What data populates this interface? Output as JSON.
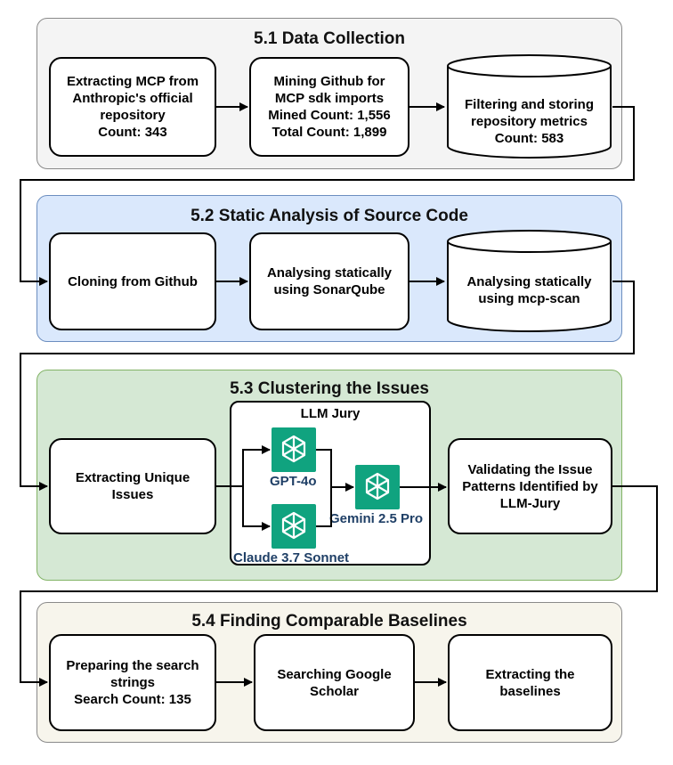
{
  "colors": {
    "panel1": "#f4f4f4",
    "panel2": "#dae8fc",
    "panel3": "#d5e8d4",
    "panel4": "#f7f5ec",
    "llm_icon": "#10a37f",
    "llm_label": "#1f3f66"
  },
  "s1": {
    "title": "5.1 Data Collection",
    "n1": "Extracting MCP from\nAnthropic's official\nrepository\nCount: 343",
    "n2": "Mining Github for\nMCP sdk imports\nMined Count: 1,556\nTotal Count: 1,899",
    "n3": "Filtering and storing\nrepository metrics\nCount: 583"
  },
  "s2": {
    "title": "5.2 Static Analysis of Source Code",
    "n1": "Cloning from Github",
    "n2": "Analysing statically\nusing SonarQube",
    "n3": "Analysing statically\nusing mcp-scan"
  },
  "s3": {
    "title": "5.3 Clustering the Issues",
    "n1": "Extracting Unique\nIssues",
    "jury_title": "LLM Jury",
    "llm1": "GPT-4o",
    "llm2": "Claude 3.7 Sonnet",
    "llm3": "Gemini 2.5 Pro",
    "icon": "openai-logo-icon",
    "n2": "Validating the Issue\nPatterns Identified by\nLLM-Jury"
  },
  "s4": {
    "title": "5.4 Finding Comparable Baselines",
    "n1": "Preparing the search\nstrings\nSearch Count: 135",
    "n2": "Searching  Google\nScholar",
    "n3": "Extracting the\nbaselines"
  }
}
